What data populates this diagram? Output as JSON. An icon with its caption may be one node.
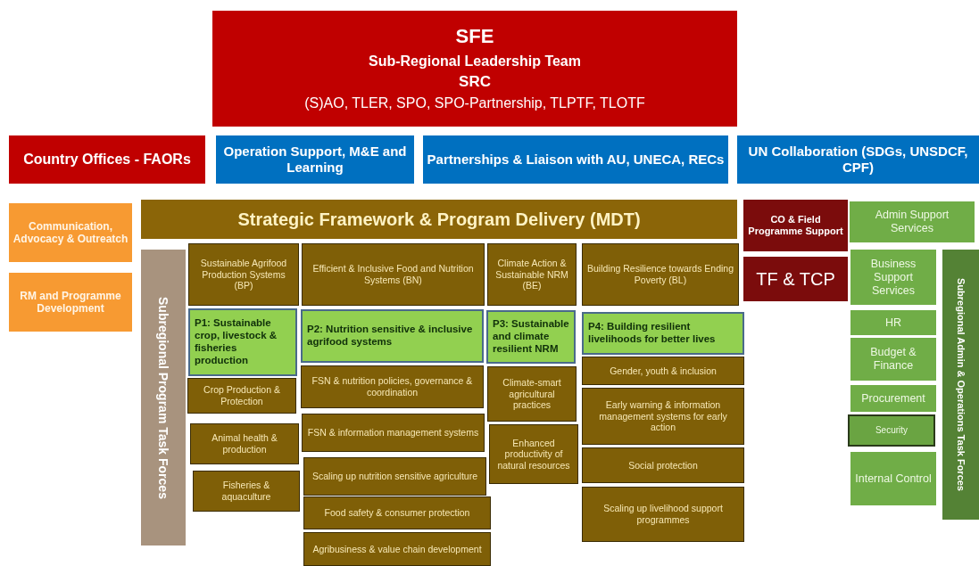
{
  "diagram": {
    "nodes": [
      {
        "text": [
          "SFE",
          "Sub-Regional Leadership Team",
          "SRC",
          "(S)AO, TLER, SPO, SPO-Partnership, TLPTF, TLOTF"
        ]
      },
      {
        "text": [
          "Country Offices - FAORs"
        ]
      },
      {
        "text": [
          "Operation Support, M&E and Learning"
        ]
      },
      {
        "text": [
          "Partnerships & Liaison with AU, UNECA, RECs"
        ]
      },
      {
        "text": [
          "UN Collaboration (SDGs, UNSDCF, CPF)"
        ]
      },
      {
        "text": [
          "Communication, Advocacy & Outreatch"
        ]
      },
      {
        "text": [
          "RM and Programme Development"
        ]
      },
      {
        "text": [
          "Strategic Framework & Program Delivery (MDT)"
        ]
      },
      {
        "text": [
          "Subregional Program Task Forces"
        ]
      },
      {
        "text": [
          "Sustainable Agrifood Production Systems (BP)"
        ]
      },
      {
        "text": [
          "P1: Sustainable crop, livestock & fisheries production"
        ]
      },
      {
        "text": [
          "Crop Production & Protection"
        ]
      },
      {
        "text": [
          "Animal health & production"
        ]
      },
      {
        "text": [
          "Fisheries & aquaculture"
        ]
      },
      {
        "text": [
          "Efficient & Inclusive Food and Nutrition Systems (BN)"
        ]
      },
      {
        "text": [
          "P2: Nutrition sensitive & inclusive agrifood systems"
        ]
      },
      {
        "text": [
          "FSN & nutrition policies, governance & coordination"
        ]
      },
      {
        "text": [
          "FSN & information management systems"
        ]
      },
      {
        "text": [
          "Scaling up nutrition sensitive agriculture"
        ]
      },
      {
        "text": [
          "Food safety & consumer protection"
        ]
      },
      {
        "text": [
          "Agribusiness & value chain development"
        ]
      },
      {
        "text": [
          "Climate Action & Sustainable NRM (BE)"
        ]
      },
      {
        "text": [
          "P3: Sustainable and climate resilient NRM"
        ]
      },
      {
        "text": [
          "Climate-smart agricultural practices"
        ]
      },
      {
        "text": [
          "Enhanced productivity of natural resources"
        ]
      },
      {
        "text": [
          "Building Resilience towards Ending Poverty (BL)"
        ]
      },
      {
        "text": [
          "P4: Building resilient livelihoods for better lives"
        ]
      },
      {
        "text": [
          "Gender, youth & inclusion"
        ]
      },
      {
        "text": [
          "Early warning & information management systems for early action"
        ]
      },
      {
        "text": [
          "Social protection"
        ]
      },
      {
        "text": [
          "Scaling up livelihood support programmes"
        ]
      },
      {
        "text": [
          "CO & Field Programme Support"
        ]
      },
      {
        "text": [
          "TF & TCP"
        ]
      },
      {
        "text": [
          "Admin Support Services"
        ]
      },
      {
        "text": [
          "Business Support Services"
        ]
      },
      {
        "text": [
          "HR"
        ]
      },
      {
        "text": [
          "Budget & Finance"
        ]
      },
      {
        "text": [
          "Procurement"
        ]
      },
      {
        "text": [
          "Security"
        ]
      },
      {
        "text": [
          "Internal Control"
        ]
      },
      {
        "text": [
          "Subregional Admin & Operations Task Forces"
        ]
      }
    ]
  }
}
